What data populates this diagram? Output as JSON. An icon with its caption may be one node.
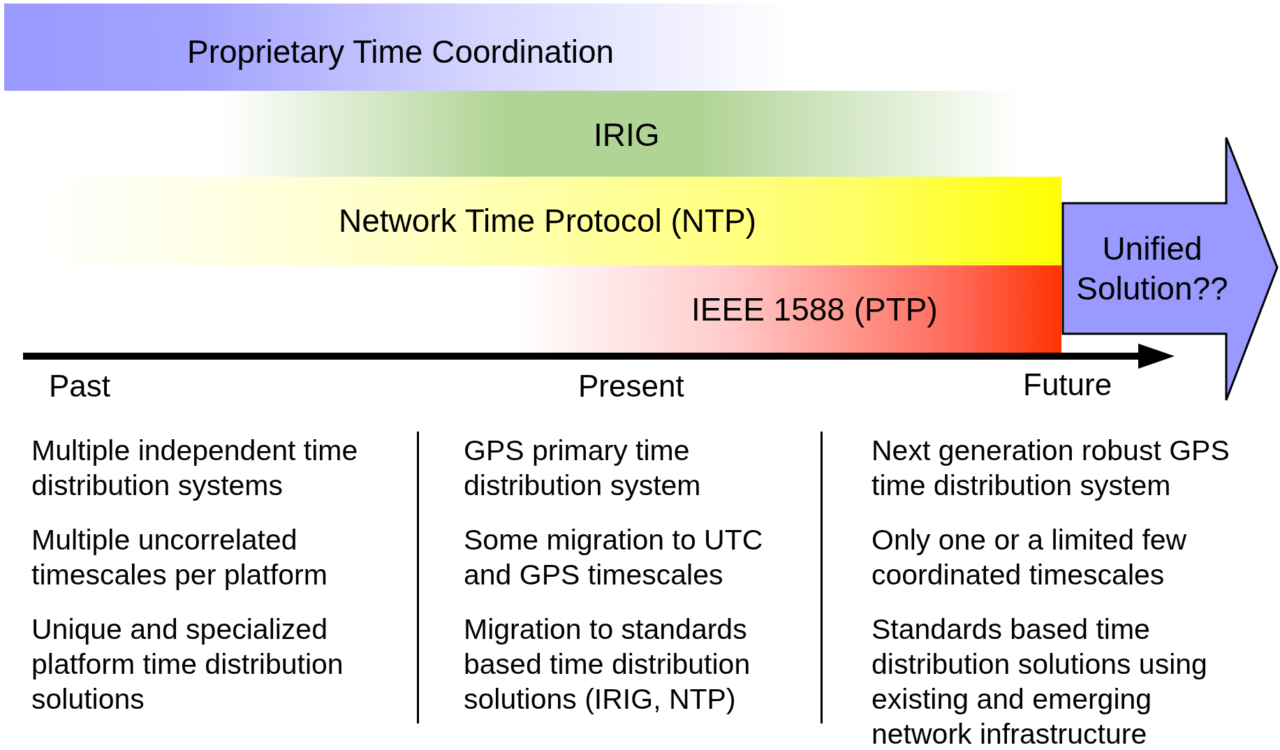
{
  "diagram": {
    "nodes": [
      {
        "text": [
          "Proprietary Time Coordination"
        ]
      },
      {
        "text": [
          "IRIG"
        ]
      },
      {
        "text": [
          "Network Time Protocol (NTP)"
        ]
      },
      {
        "text": [
          "IEEE 1588 (PTP)"
        ]
      },
      {
        "text": [
          "Unified Solution??"
        ]
      }
    ],
    "labels": [
      "Past",
      "Present",
      "Future",
      "Multiple independent time distribution systems",
      "GPS primary time distribution system",
      "Next generation robust GPS time distribution system",
      "Multiple uncorrelated timescales per platform",
      "Some migration to UTC and GPS timescales",
      "Only one or a limited few coordinated timescales",
      "Unique and specialized platform time distribution solutions",
      "Migration to standards based time distribution solutions (IRIG, NTP)",
      "Standards based time distribution solutions using existing and emerging network infrastructure"
    ]
  }
}
